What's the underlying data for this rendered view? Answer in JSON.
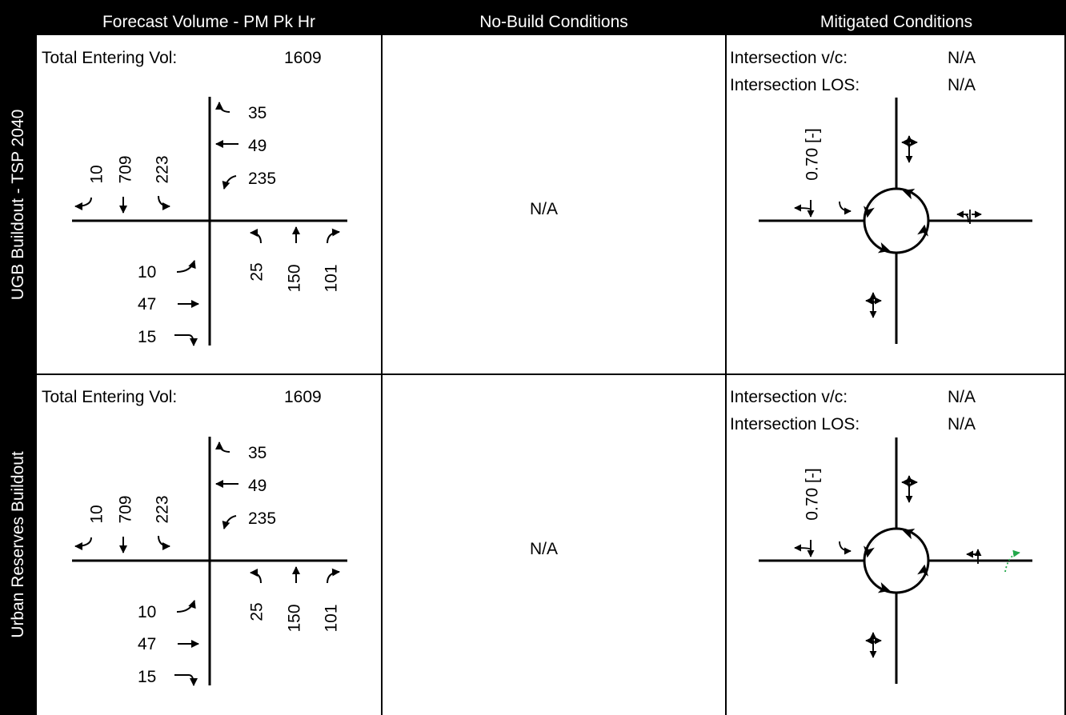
{
  "headers": {
    "forecast": "Forecast Volume - PM Pk Hr",
    "nobuild": "No-Build Conditions",
    "mitigated": "Mitigated Conditions"
  },
  "rows": [
    {
      "label": "UGB Buildout - TSP 2040",
      "total_label": "Total Entering Vol:",
      "total": "1609",
      "volumes": {
        "sb_right": "10",
        "sb_through": "709",
        "sb_left": "223",
        "wb_right": "35",
        "wb_through": "49",
        "wb_left": "235",
        "eb_left": "10",
        "eb_through": "47",
        "eb_right": "15",
        "nb_left": "25",
        "nb_through": "150",
        "nb_right": "101"
      },
      "nobuild": "N/A",
      "mitigated": {
        "vc_label": "Intersection v/c:",
        "vc": "N/A",
        "los_label": "Intersection LOS:",
        "los": "N/A",
        "approach_vc": "0.70 [-]"
      }
    },
    {
      "label": "Urban Reserves Buildout",
      "total_label": "Total Entering Vol:",
      "total": "1609",
      "volumes": {
        "sb_right": "10",
        "sb_through": "709",
        "sb_left": "223",
        "wb_right": "35",
        "wb_through": "49",
        "wb_left": "235",
        "eb_left": "10",
        "eb_through": "47",
        "eb_right": "15",
        "nb_left": "25",
        "nb_through": "150",
        "nb_right": "101"
      },
      "nobuild": "N/A",
      "mitigated": {
        "vc_label": "Intersection v/c:",
        "vc": "N/A",
        "los_label": "Intersection LOS:",
        "los": "N/A",
        "approach_vc": "0.70 [-]"
      }
    }
  ],
  "colors": {
    "frame": "#000000",
    "header_text": "#ffffff",
    "added_lane": "#22a84a"
  }
}
